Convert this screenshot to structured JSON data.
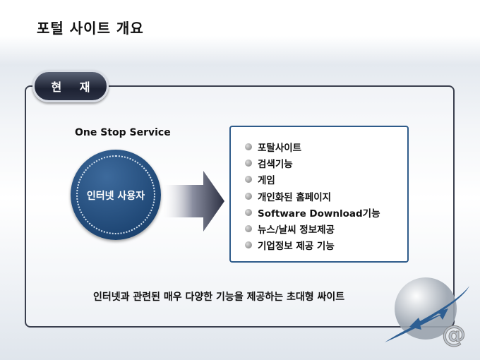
{
  "title": "포털 사이트 개요",
  "section_label": "현 재",
  "one_stop": "One Stop Service",
  "circle_label": "인터넷 사용자",
  "features": [
    "포탈사이트",
    "검색기능",
    "게임",
    "개인화된 홈페이지",
    "Software Download기능",
    "뉴스/날씨 정보제공",
    "기업정보 제공 기능"
  ],
  "caption": "인터넷과 관련된 매우 다양한 기능을 제공하는 초대형 싸이트",
  "globe_symbol": "@"
}
